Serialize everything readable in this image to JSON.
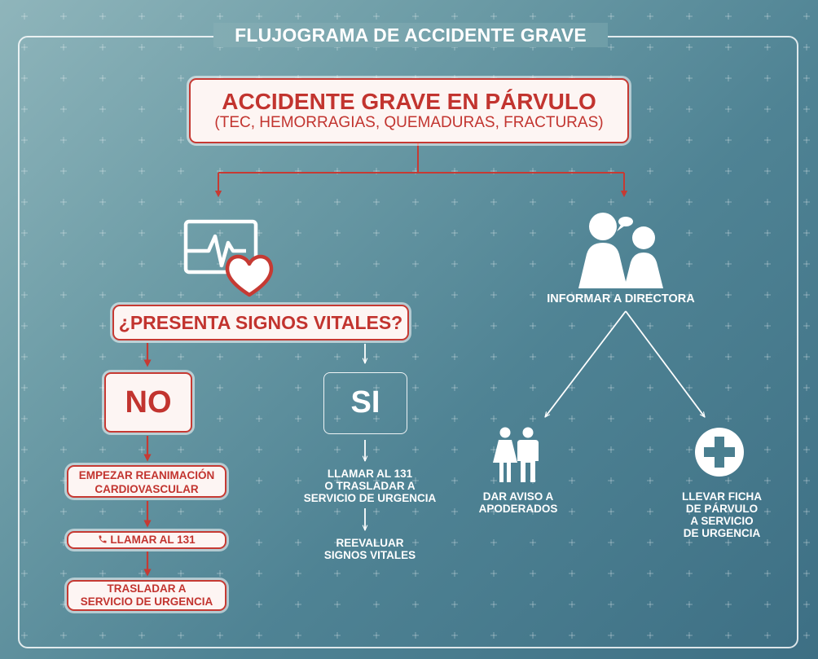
{
  "title": "FLUJOGRAMA DE ACCIDENTE GRAVE",
  "main": {
    "line1": "ACCIDENTE GRAVE EN PÁRVULO",
    "line2": "(TEC, HEMORRAGIAS, QUEMADURAS, FRACTURAS)"
  },
  "question": "¿PRESENTA SIGNOS VITALES?",
  "no": {
    "label": "NO",
    "step1_line1": "EMPEZAR REANIMACIÓN",
    "step1_line2": "CARDIOVASCULAR",
    "step2": "LLAMAR AL 131",
    "step3_line1": "TRASLADAR A",
    "step3_line2": "SERVICIO DE URGENCIA"
  },
  "si": {
    "label": "SI",
    "step1_line1": "LLAMAR AL 131",
    "step1_line2": "O TRASLADAR A",
    "step1_line3": "SERVICIO DE URGENCIA",
    "step2_line1": "REEVALUAR",
    "step2_line2": "SIGNOS VITALES"
  },
  "inform": "INFORMAR A DIRECTORA",
  "notify": {
    "line1": "DAR AVISO A",
    "line2": "APODERADOS"
  },
  "record": {
    "line1": "LLEVAR FICHA",
    "line2": "DE PÁRVULO",
    "line3": "A SERVICIO",
    "line4": "DE URGENCIA"
  },
  "colors": {
    "accent_red": "#c63a33",
    "box_fill": "#fdf5f3",
    "background_light": "#8fb5bb",
    "background_dark": "#3d6f84",
    "white": "#ffffff"
  },
  "icons": [
    "heart-monitor-icon",
    "conversation-icon",
    "parents-icon",
    "medical-cross-icon",
    "phone-icon"
  ]
}
